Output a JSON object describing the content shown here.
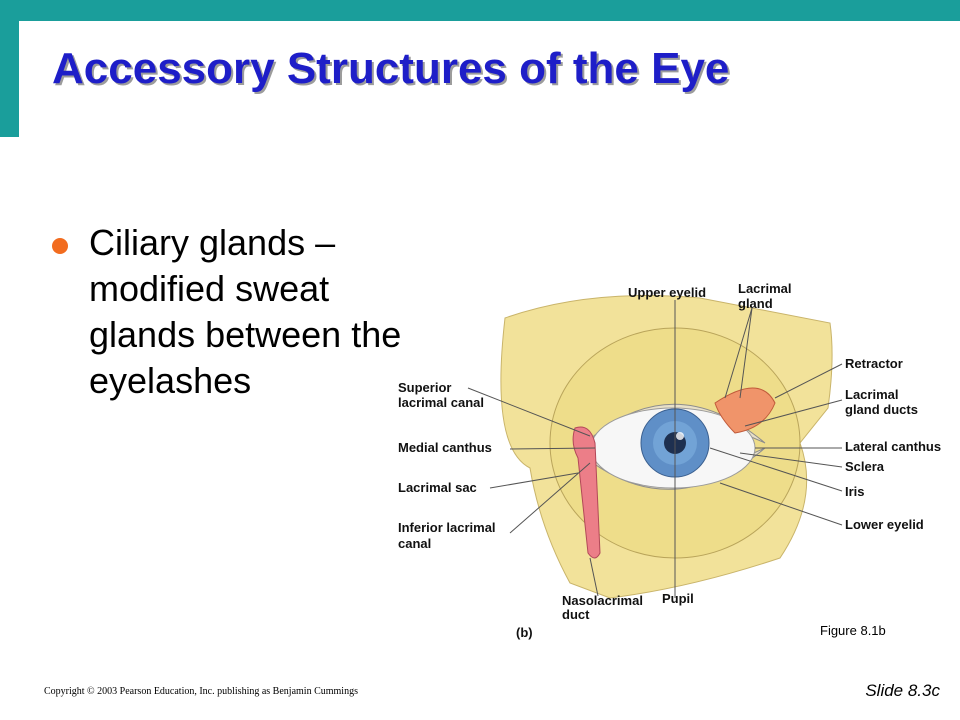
{
  "slide": {
    "title": "Accessory Structures of the Eye",
    "bullets": [
      "Ciliary glands – modified sweat glands between the eyelashes"
    ],
    "figure_caption": "Figure 8.1b",
    "copyright": "Copyright © 2003 Pearson Education, Inc. publishing as Benjamin Cummings",
    "slide_number": "Slide 8.3c"
  },
  "figure": {
    "panel_label": "(b)",
    "labels": {
      "upper_eyelid": "Upper eyelid",
      "lacrimal_gland_1": "Lacrimal",
      "lacrimal_gland_2": "gland",
      "retractor": "Retractor",
      "lacrimal_ducts_1": "Lacrimal",
      "lacrimal_ducts_2": "gland ducts",
      "lateral_canthus": "Lateral canthus",
      "sclera": "Sclera",
      "iris": "Iris",
      "lower_eyelid": "Lower eyelid",
      "pupil": "Pupil",
      "nasolacrimal_1": "Nasolacrimal",
      "nasolacrimal_2": "duct",
      "superior_canal_1": "Superior",
      "superior_canal_2": "lacrimal canal",
      "medial_canthus": "Medial canthus",
      "lacrimal_sac": "Lacrimal sac",
      "inferior_canal_1": "Inferior lacrimal",
      "inferior_canal_2": "canal"
    }
  },
  "colors": {
    "accent_bar": "#1a9e9b",
    "title": "#1e1ec8",
    "bullet": "#f26c1f"
  }
}
